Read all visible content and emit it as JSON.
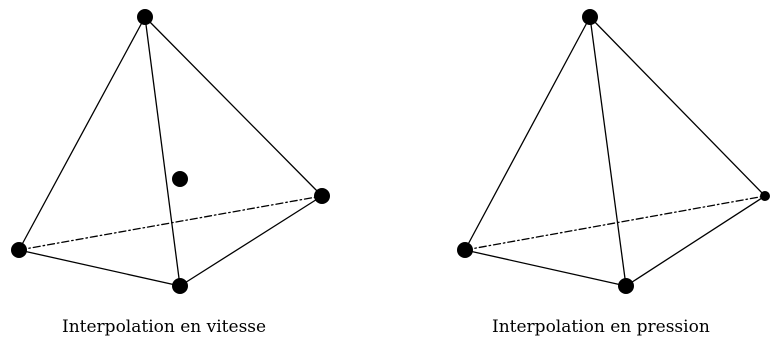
{
  "figures": [
    {
      "id": "velocity",
      "caption": "Interpolation en vitesse",
      "center_node": true
    },
    {
      "id": "pressure",
      "caption": "Interpolation en pression",
      "center_node": false
    }
  ]
}
